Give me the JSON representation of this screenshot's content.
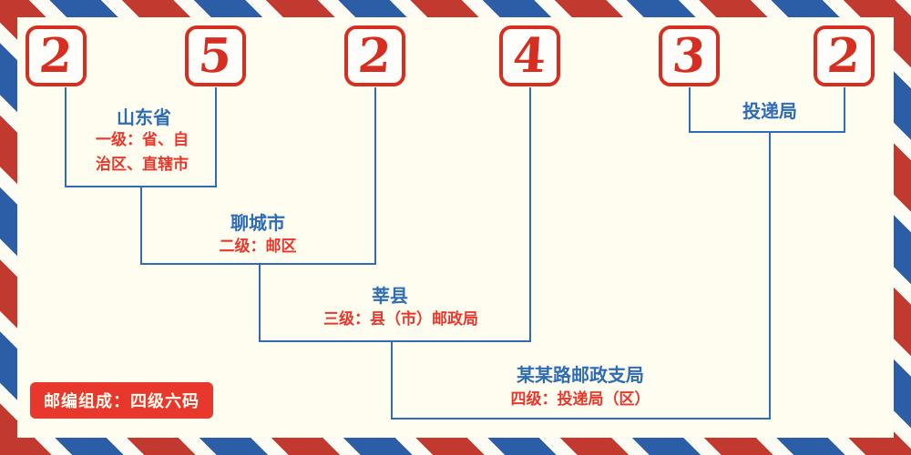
{
  "colors": {
    "red": "#d62f22",
    "blue": "#2e6cb5",
    "stripe-red": "#c2392f",
    "stripe-blue": "#2b5ea7",
    "ivory": "#fffdf0"
  },
  "digits": [
    "2",
    "5",
    "2",
    "4",
    "3",
    "2"
  ],
  "labels": {
    "level1": {
      "name": "山东省",
      "desc": [
        "一级：省、自",
        "治区、直辖市"
      ]
    },
    "level2": {
      "name": "聊城市",
      "desc": "二级：邮区"
    },
    "level3": {
      "name": "莘县",
      "desc": "三级：县（市）邮政局"
    },
    "level4": {
      "name": "某某路邮政支局",
      "desc": "四级：投递局（区）"
    },
    "delivery": {
      "name": "投递局"
    }
  },
  "footer": {
    "badge": "邮编组成：四级六码"
  }
}
